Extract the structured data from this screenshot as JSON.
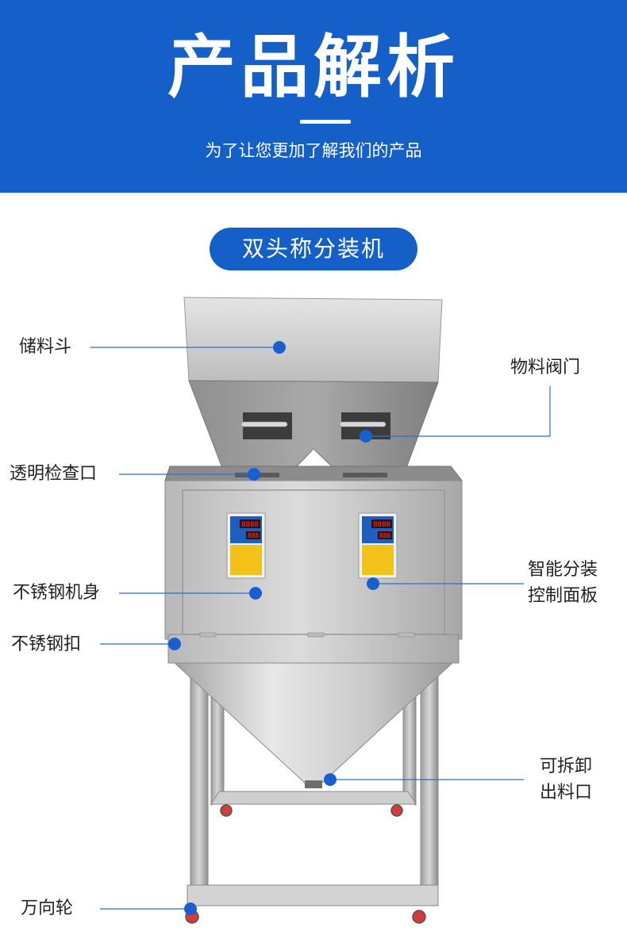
{
  "header": {
    "title": "产品解析",
    "subtitle": "为了让您更加了解我们的产品",
    "background": "#1560c8"
  },
  "product": {
    "name": "双头称分装机"
  },
  "display": {
    "weight": "8888",
    "count": "888"
  },
  "labels": {
    "hopper": "储料斗",
    "valve": "物料阀门",
    "window": "透明检查口",
    "body": "不锈钢机身",
    "panel_line1": "智能分装",
    "panel_line2": "控制面板",
    "latch": "不锈钢扣",
    "outlet_line1": "可拆卸",
    "outlet_line2": "出料口",
    "caster": "万向轮"
  },
  "colors": {
    "accent": "#1560c8",
    "marker": "#1a5fd0"
  }
}
